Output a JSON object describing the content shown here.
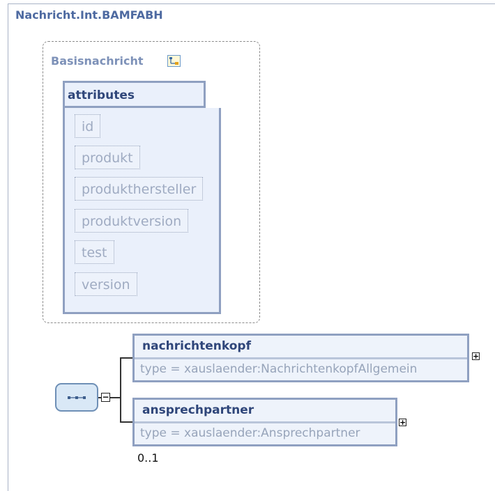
{
  "diagram": {
    "title": "Nachricht.Int.BAMFABH",
    "base_type": {
      "label": "Basisnachricht",
      "icon": "type-hierarchy-icon",
      "attributes_title": "attributes",
      "attributes": [
        "id",
        "produkt",
        "produkthersteller",
        "produktversion",
        "test",
        "version"
      ]
    },
    "sequence": {
      "icon": "sequence-icon",
      "collapse_symbol": "−"
    },
    "elements": [
      {
        "name": "nachrichtenkopf",
        "type": "type = xauslaender:NachrichtenkopfAllgemein",
        "expand_symbol": "+"
      },
      {
        "name": "ansprechpartner",
        "type": "type = xauslaender:Ansprechpartner",
        "expand_symbol": "+",
        "cardinality": "0..1"
      }
    ]
  }
}
